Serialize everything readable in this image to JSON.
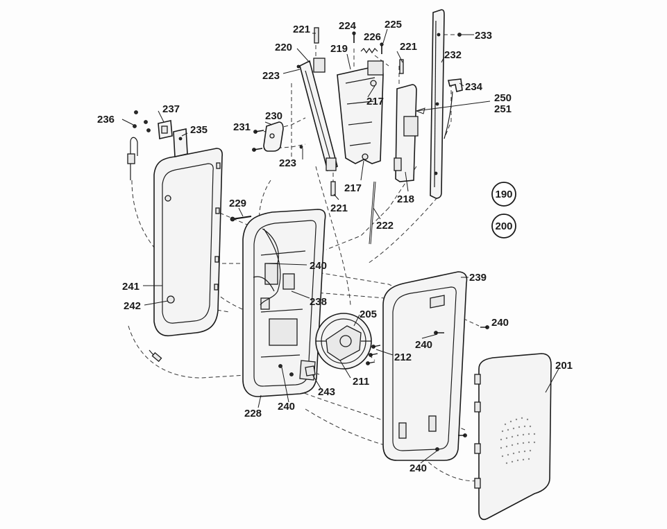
{
  "labels": {
    "l221a": "221",
    "l224": "224",
    "l225": "225",
    "l226": "226",
    "l233": "233",
    "l220": "220",
    "l219": "219",
    "l221b": "221",
    "l232": "232",
    "l223a": "223",
    "l234": "234",
    "l250": "250",
    "l251": "251",
    "l217a": "217",
    "l237": "237",
    "l236": "236",
    "l235": "235",
    "l230": "230",
    "l231": "231",
    "l223b": "223",
    "l217b": "217",
    "l221c": "221",
    "l218": "218",
    "l229": "229",
    "l222": "222",
    "l240a": "240",
    "l239": "239",
    "l241": "241",
    "l242": "242",
    "l238": "238",
    "l205": "205",
    "l240b": "240",
    "l240c": "240",
    "l212": "212",
    "l211": "211",
    "l201": "201",
    "l243": "243",
    "l228": "228",
    "l240d": "240",
    "l240e": "240"
  },
  "refs": {
    "r190": "190",
    "r200": "200"
  }
}
